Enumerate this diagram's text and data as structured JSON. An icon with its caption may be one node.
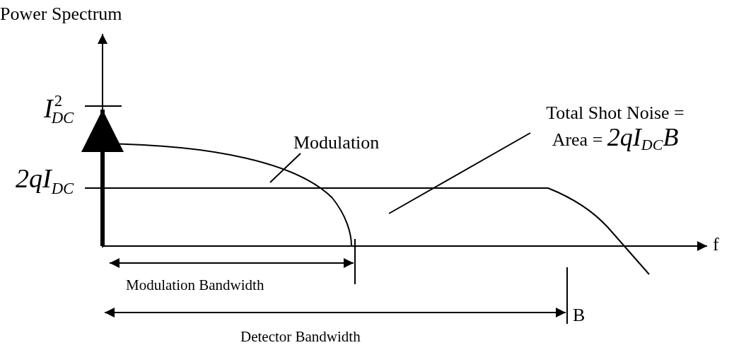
{
  "diagram": {
    "nodes": [
      {
        "text": [
          "Modulation"
        ]
      },
      {
        "text": [],
        "shape": "curve"
      },
      {
        "text": [
          "Total Shot Noise = Area = *2qI*$_{DC}$*B*"
        ]
      }
    ],
    "edges": [
      {
        "from": 0,
        "to": 1,
        "arrow": "none"
      },
      {
        "from": 2,
        "to": null,
        "arrow": "none"
      }
    ],
    "labels": [
      "Power Spectrum",
      "*I*$^{2}$$_{DC}$",
      "*2qI*$_{DC}$",
      "f",
      "Modulation Bandwidth",
      "B",
      "Detector Bandwidth"
    ]
  }
}
